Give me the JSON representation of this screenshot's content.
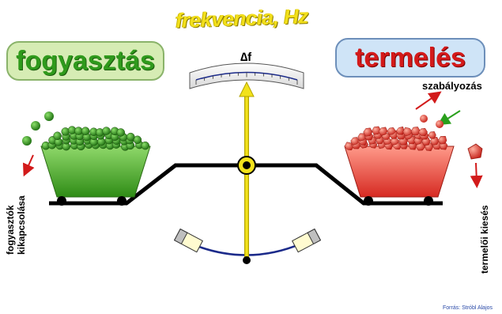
{
  "title": "frekvencia, Hz",
  "left_badge": "fogyasztás",
  "right_badge": "termelés",
  "gauge_label": "∆f",
  "right_arrows_label": "szabályozás",
  "left_side_label_line1": "fogyasztók",
  "left_side_label_line2": "kikapcsolása",
  "right_side_label": "termelői kiesés",
  "source": "Forrás: Stróbl Alajos",
  "colors": {
    "consumption_green": "#3fa91c",
    "production_red": "#e8362a",
    "needle_yellow": "#f2e21c",
    "beam_black": "#000000",
    "arrow_red": "#d21a1a",
    "arrow_green": "#2aa01c"
  }
}
